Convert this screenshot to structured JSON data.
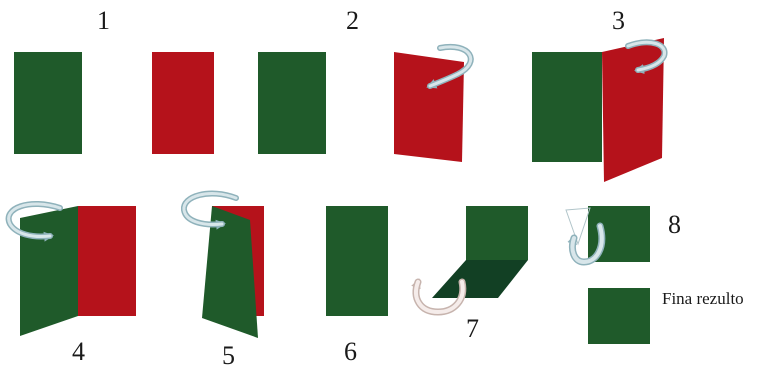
{
  "colors": {
    "green": "#1f5a2a",
    "dark_green": "#124024",
    "white": "#ffffff",
    "red": "#b5121b",
    "dark_red": "#9e0f17",
    "arrow_fill": "#d8e6ea",
    "arrow_stroke": "#8fb2bb",
    "arrow_light_fill": "#f5ecea",
    "arrow_light_stroke": "#c7b4ae"
  },
  "steps": [
    {
      "number": "1",
      "icon": "flag-icon"
    },
    {
      "number": "2",
      "icon": "fold-right-panel-icon"
    },
    {
      "number": "3",
      "icon": "fold-right-panel-over-icon"
    },
    {
      "number": "4",
      "icon": "fold-left-panel-icon"
    },
    {
      "number": "5",
      "icon": "fold-over-icon"
    },
    {
      "number": "6",
      "icon": "green-rectangle-icon"
    },
    {
      "number": "7",
      "icon": "fold-bottom-icon"
    },
    {
      "number": "8",
      "icon": "fold-under-icon"
    }
  ],
  "final_caption": "Fina rezulto"
}
